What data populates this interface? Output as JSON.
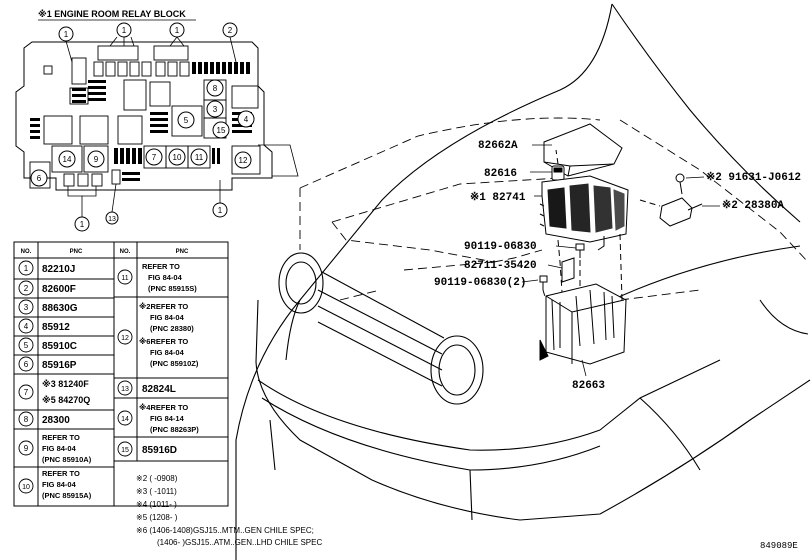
{
  "relay_block": {
    "title": "※1 ENGINE ROOM RELAY BLOCK",
    "callouts": [
      "1",
      "1",
      "1",
      "2",
      "8",
      "3",
      "4",
      "5",
      "15",
      "14",
      "9",
      "7",
      "10",
      "11",
      "12",
      "6",
      "1",
      "1",
      "13"
    ]
  },
  "table": {
    "headers": {
      "no": "NO.",
      "pnc": "PNC",
      "no2": "NO.",
      "pnc2": "PNC"
    },
    "left_rows": [
      {
        "no": "1",
        "lines": [
          "82210J"
        ]
      },
      {
        "no": "2",
        "lines": [
          "82600F"
        ]
      },
      {
        "no": "3",
        "lines": [
          "88630G"
        ]
      },
      {
        "no": "4",
        "lines": [
          "85912"
        ]
      },
      {
        "no": "5",
        "lines": [
          "85910C"
        ]
      },
      {
        "no": "6",
        "lines": [
          "85916P"
        ]
      },
      {
        "no": "7",
        "lines": [
          "※3 81240F",
          "※5 84270Q"
        ]
      },
      {
        "no": "8",
        "lines": [
          "28300"
        ]
      },
      {
        "no": "9",
        "lines": [
          "REFER TO",
          "FIG 84-04",
          "(PNC 85910A)"
        ]
      },
      {
        "no": "10",
        "lines": [
          "REFER TO",
          "FIG 84-04",
          "(PNC 85915A)"
        ]
      }
    ],
    "right_rows": [
      {
        "no": "11",
        "lines": [
          "REFER TO",
          "FIG 84-04",
          "(PNC 85915S)"
        ]
      },
      {
        "no": "12",
        "lines": [
          "※2REFER TO",
          "FIG 84-04",
          "(PNC 28380)",
          "※6REFER TO",
          "FIG 84-04",
          "(PNC 85910Z)"
        ]
      },
      {
        "no": "13",
        "lines": [
          "82824L"
        ]
      },
      {
        "no": "14",
        "lines": [
          "※4REFER TO",
          "FIG 84-14",
          "(PNC 88263P)"
        ]
      },
      {
        "no": "15",
        "lines": [
          "85916D"
        ]
      }
    ]
  },
  "notes": [
    "※2 (     -0908)",
    "※3 (     -1011)",
    "※4 (1011-     )",
    "※5 (1208-     )",
    "※6 (1406-1408)GSJ15..MTM..GEN CHILE SPEC;",
    "(1406-     )GSJ15..ATM..GEN..LHD CHILE SPEC"
  ],
  "part_labels": {
    "cover": "82662A",
    "relay": "82616",
    "block": "※1 82741",
    "bolt1": "90119-06830",
    "bracket": "82711-35420",
    "bolt2": "90119-06830(2)",
    "tray": "82663",
    "clip": "※2 91631-J0612",
    "sensor": "※2 28380A"
  },
  "figure_id": "849089E"
}
